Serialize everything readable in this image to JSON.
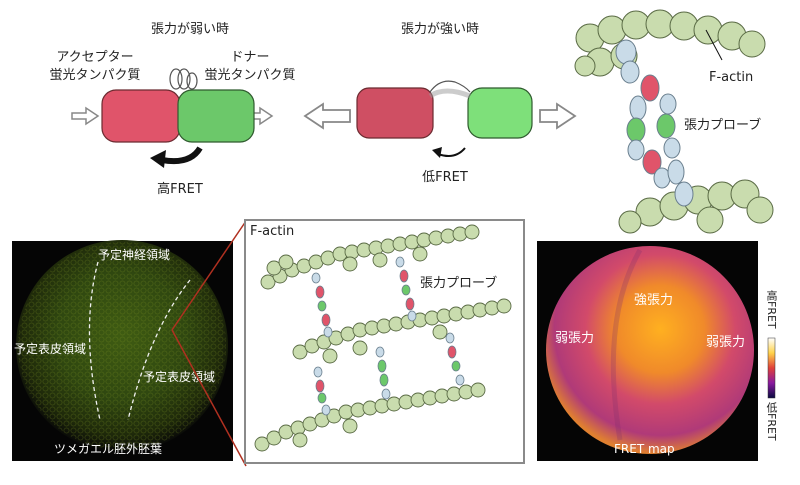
{
  "top_left": {
    "title": "張力が弱い時",
    "acceptor_label_1": "アクセプター",
    "acceptor_label_2": "蛍光タンパク質",
    "donor_label_1": "ドナー",
    "donor_label_2": "蛍光タンパク質",
    "fret_label": "高FRET"
  },
  "top_middle": {
    "title": "張力が強い時",
    "fret_label": "低FRET"
  },
  "top_right": {
    "actin_label": "F-actin",
    "probe_label": "張力プローブ"
  },
  "embryo_panel": {
    "neural_label": "予定神経領域",
    "epidermis_left_label": "予定表皮領域",
    "epidermis_right_label": "予定表皮領域",
    "caption": "ツメガエル胚外胚葉"
  },
  "network_panel": {
    "actin_label": "F-actin",
    "probe_label": "張力プローブ"
  },
  "fret_panel": {
    "strong_label": "強張力",
    "weak_left_label": "弱張力",
    "weak_right_label": "弱張力",
    "caption": "FRET map",
    "legend_high": "高FRET",
    "legend_low": "低FRET"
  },
  "colors": {
    "acceptor_red": "#e0546a",
    "donor_green": "#6cc86a",
    "actin_green": "#c9dcae",
    "linker_blue": "#c9dbe8",
    "frame_gray": "#8a8a8a",
    "connector_red": "#b03020"
  }
}
